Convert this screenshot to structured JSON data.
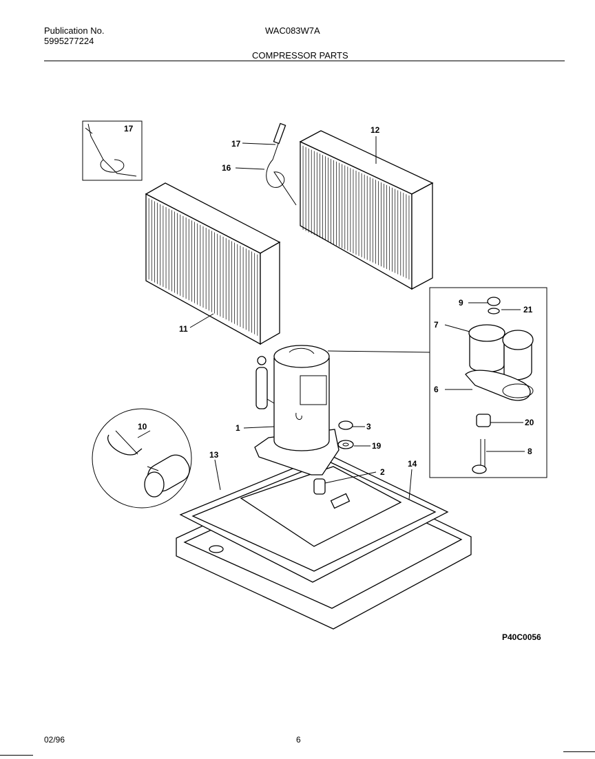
{
  "header": {
    "publication_label": "Publication No.",
    "publication_number": "5995277224",
    "model": "WAC083W7A",
    "section_title": "COMPRESSOR PARTS"
  },
  "figure_id": "P40C0056",
  "footer": {
    "date": "02/96",
    "page": "6"
  },
  "callouts": {
    "c1": "1",
    "c2": "2",
    "c3": "3",
    "c6": "6",
    "c7": "7",
    "c8": "8",
    "c9": "9",
    "c10": "10",
    "c11": "11",
    "c12": "12",
    "c13": "13",
    "c14": "14",
    "c16": "16",
    "c17a": "17",
    "c17b": "17",
    "c19": "19",
    "c20": "20",
    "c21": "21"
  }
}
